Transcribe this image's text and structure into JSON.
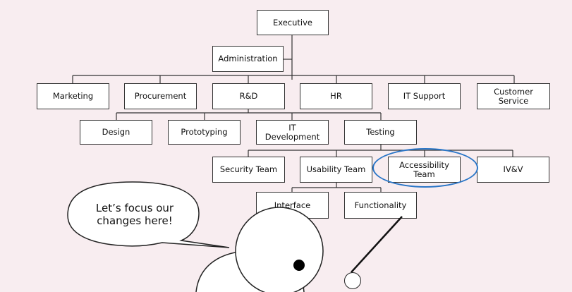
{
  "org_chart": {
    "nodes": {
      "executive": "Executive",
      "administration": "Administration",
      "marketing": "Marketing",
      "procurement": "Procurement",
      "r_and_d": "R&D",
      "hr": "HR",
      "it_support": "IT Support",
      "customer_service": "Customer\nService",
      "design": "Design",
      "prototyping": "Prototyping",
      "it_development": "IT\nDevelopment",
      "testing": "Testing",
      "security_team": "Security Team",
      "usability_team": "Usability Team",
      "accessibility_team": "Accessibility\nTeam",
      "ivv": "IV&V",
      "interface": "Interface",
      "functionality": "Functionality"
    }
  },
  "speech_bubble": {
    "text": "Let’s focus our\nchanges here!"
  },
  "colors": {
    "background": "#f8edf0",
    "box_fill": "#ffffff",
    "box_border": "#333333",
    "highlight": "#2a76c7"
  }
}
